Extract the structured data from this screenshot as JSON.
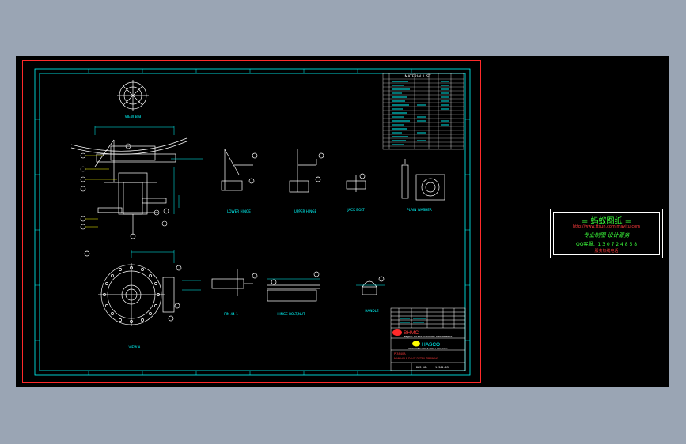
{
  "colors": {
    "desktop": "#9aa5b4",
    "canvas": "#000000",
    "sheet_border": "#ff2a2a",
    "frame": "#00ffff",
    "geometry": "#ffffff",
    "accent_red": "#ff3c3c",
    "accent_green": "#3cff3c",
    "accent_yellow": "#ffff00"
  },
  "table": {
    "title": "MATERIAL LIST"
  },
  "views": {
    "section_label": "VIEW B-B",
    "lower_hinge": "LOWER HINGE",
    "upper_hinge": "UPPER HINGE",
    "jack_bolt": "JACK BOLT",
    "washer": "PLAIN WASHER",
    "bottom_left": "VIEW A",
    "pin": "PIN 44-1",
    "hinge_bolt": "HINGE BOLT/NUT",
    "handle": "HANDLE"
  },
  "title_block": {
    "company1": "BHMC",
    "company1_sub": "BEIJING TIANTANG MOTHS DEPARTMENT",
    "company2": "HASCO",
    "company2_sub": "BUDIDING CONSTRUCT CO., LTD.",
    "project": "P-3840A",
    "description": "MAN HOLE DAVIT DETAIL DRAWING",
    "drawing_no_label": "DWG NO.",
    "drawing_no": "1-301-03"
  },
  "stamp": {
    "title": "= 蚂蚁图纸 =",
    "url": "http://www.ttsun.com  mayitu.com",
    "sub": "专业制图·设计服务",
    "qq": "QQ客服：1 3 0 7 2 4 8 5 8",
    "phone": "服务热线电话"
  }
}
